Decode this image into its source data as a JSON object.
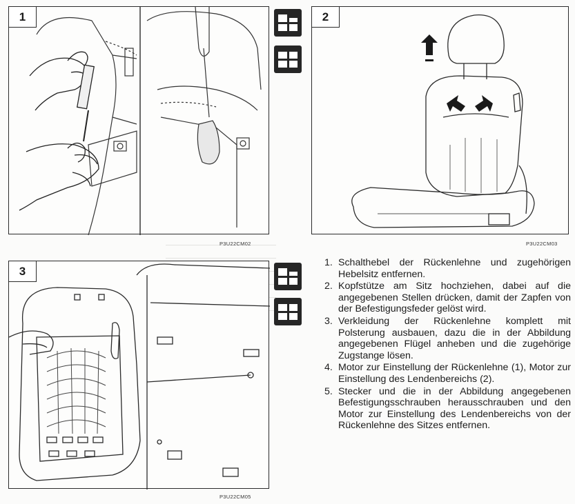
{
  "figures": [
    {
      "number": "1",
      "code": "P3U22CM02"
    },
    {
      "number": "2",
      "code": "P3U22CM03"
    },
    {
      "number": "3",
      "code": "P3U22CM05"
    }
  ],
  "icons": [
    "disassembly-icon",
    "assembly-icon"
  ],
  "instructions": [
    {
      "num": "1.",
      "text": "Schalthebel der Rückenlehne und zugehörigen Hebelsitz entfernen."
    },
    {
      "num": "2.",
      "text": "Kopfstütze am Sitz hochziehen, dabei auf die angegebenen Stellen drücken, damit der Zapfen von der Befestigungsfeder gelöst wird."
    },
    {
      "num": "3.",
      "text": "Verkleidung der Rückenlehne komplett mit Polsterung ausbauen, dazu die in der Abbildung angegebenen Flügel anheben und die zugehörige Zugstange lösen."
    },
    {
      "num": "4.",
      "text": "Motor zur Einstellung der Rückenlehne (1), Motor zur Einstellung des Lendenbereichs (2)."
    },
    {
      "num": "5.",
      "text": "Stecker und die in der Abbildung angegebenen Befestigungsschrauben herausschrauben und den Motor zur Einstellung des Lendenbereichs von der Rückenlehne des Sitzes entfernen."
    }
  ],
  "colors": {
    "ink": "#1c1c1c",
    "paper": "#fbfbfa",
    "icon_bg": "#262626"
  }
}
